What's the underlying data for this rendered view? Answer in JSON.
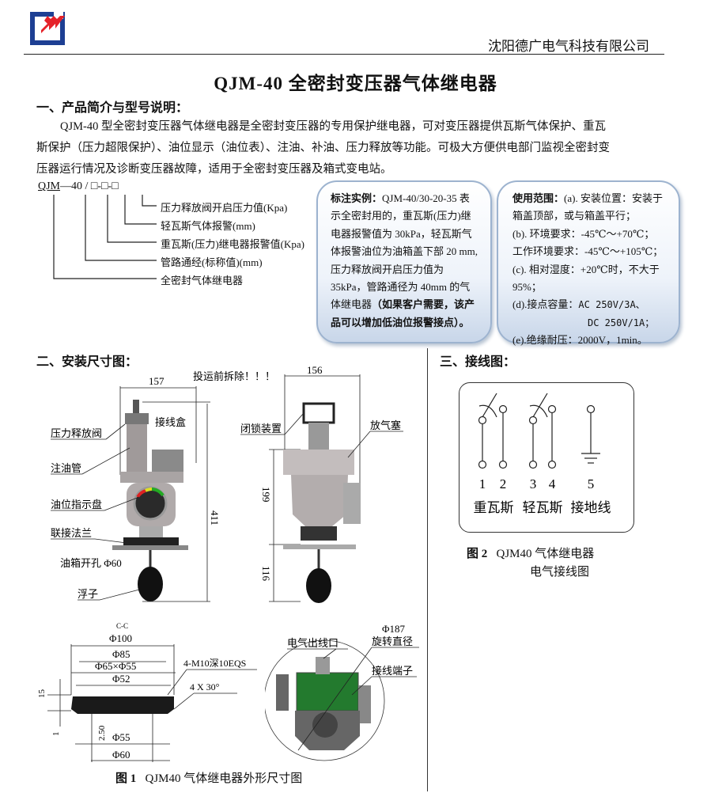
{
  "header": {
    "company": "沈阳德广电气科技有限公司",
    "logo": "DG logo"
  },
  "title": "QJM-40 全密封变压器气体继电器",
  "section1": {
    "heading": "一、产品简介与型号说明：",
    "lines": [
      "QJM-40 型全密封变压器气体继电器是全密封变压器的专用保护继电器，可对变压器提供瓦斯气体保护、重瓦",
      "斯保护（压力超限保护）、油位显示（油位表）、注油、补油、压力释放等功能。可极大方便供电部门监视全密封变",
      "压器运行情况及诊断变压器故障，适用于全密封变压器及箱式变电站。"
    ]
  },
  "model_code": {
    "prefix": "QJM",
    "mid": "—40 /",
    "boxes": "□-□-□",
    "labels": [
      "压力释放阀开启压力值(Kpa)",
      "轻瓦斯气体报警(mm)",
      "重瓦斯(压力)继电器报警值(Kpa)",
      "管路通经(标称值)(mm)",
      "全密封气体继电器"
    ]
  },
  "example_box": {
    "label": "标注实例：",
    "text": "QJM-40/30-20-35 表示全密封用的，重瓦斯(压力)继电器报警值为 30kPa，轻瓦斯气体报警油位为油箱盖下部 20 mm,压力释放阀开启压力值为 35kPa，管路通径为 40mm 的气体继电器",
    "bold_note": "（如果客户需要，该产品可以增加低油位报警接点）。"
  },
  "usage_box": {
    "label": "使用范围：",
    "a": "(a). 安装位置：安装于箱盖顶部，或与箱盖平行；",
    "b": "(b). 环境要求：-45℃～+70℃；",
    "b2": "工作环境要求：-45℃～+105℃；",
    "c": "(c). 相对湿度：+20℃时，不大于 95%；",
    "d": "(d).接点容量：",
    "d1": "AC 250V/3A、",
    "d2": "DC 250V/1A；",
    "e": "(e).绝缘耐压：2000V，1min。"
  },
  "section2": {
    "heading": "二、安装尺寸图：",
    "front": {
      "dim_width": "157",
      "dim_height": "411",
      "labels": [
        "压力释放阀",
        "注油管",
        "油位指示盘",
        "联接法兰",
        "油箱开孔 Φ60",
        "浮子",
        "接线盒"
      ]
    },
    "side": {
      "dim_width": "156",
      "dim_199": "199",
      "dim_116": "116",
      "labels": [
        "投运前拆除！！！",
        "闭锁装置",
        "放气塞"
      ]
    },
    "flange": {
      "section": "C-C",
      "d100": "Φ100",
      "d85": "Φ85",
      "d65": "Φ65×Φ55",
      "d52": "Φ52",
      "d55": "Φ55",
      "d60": "Φ60",
      "h15": "15",
      "h1": "1",
      "h250": "2.50",
      "m10": "4-M10深10EQS",
      "chamfer": "4 X 30°"
    },
    "top": {
      "d187": "Φ187",
      "rot": "旋转直径",
      "outlet": "电气出线口",
      "terminal": "接线端子"
    },
    "caption_num": "图 1",
    "caption": "QJM40 气体继电器外形尺寸图"
  },
  "section3": {
    "heading": "三、接线图：",
    "terminals": [
      "1",
      "2",
      "3",
      "4",
      "5"
    ],
    "groups": [
      "重瓦斯",
      "轻瓦斯",
      "接地线"
    ],
    "caption_num": "图 2",
    "caption1": "QJM40 气体继电器",
    "caption2": "电气接线图"
  }
}
